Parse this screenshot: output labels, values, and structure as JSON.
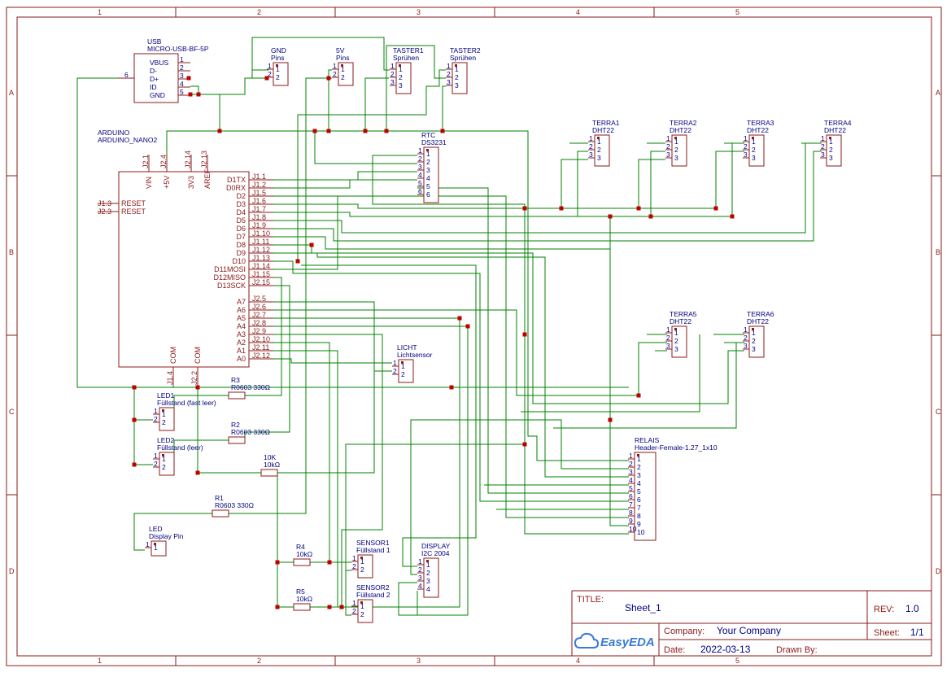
{
  "grid": {
    "columns": [
      "1",
      "2",
      "3",
      "4",
      "5"
    ],
    "rows": [
      "A",
      "B",
      "C",
      "D"
    ]
  },
  "components": {
    "usb": {
      "ref": "USB",
      "value": "MICRO-USB-BF-5P",
      "pins": [
        "VBUS",
        "D-",
        "D+",
        "ID",
        "GND"
      ],
      "pin_numbers": [
        "1",
        "2",
        "3",
        "4",
        "5"
      ],
      "shield_pin": "6"
    },
    "gnd_pins": {
      "ref": "GND",
      "value": "Pins",
      "pins": [
        "1",
        "2"
      ]
    },
    "v5_pins": {
      "ref": "5V",
      "value": "Pins",
      "pins": [
        "1",
        "2"
      ]
    },
    "taster1": {
      "ref": "TASTER1",
      "value": "Sprühen",
      "pins": [
        "1",
        "2",
        "3"
      ]
    },
    "taster2": {
      "ref": "TASTER2",
      "value": "Sprühen",
      "pins": [
        "1",
        "2",
        "3"
      ]
    },
    "arduino": {
      "ref": "ARDUINO",
      "value": "ARDUINO_NANO2",
      "top_pins": [
        "VIN",
        "+5V",
        "3V3",
        "AREF"
      ],
      "top_pin_ids": [
        "J2.1",
        "J2.4",
        "J2.14",
        "J2.13"
      ],
      "left_pins": [
        "RESET",
        "RESET"
      ],
      "left_pin_ids": [
        "J1.3",
        "J2.3"
      ],
      "right_pins": [
        "D1TX",
        "D0RX",
        "D2",
        "D3",
        "D4",
        "D5",
        "D6",
        "D7",
        "D8",
        "D9",
        "D10",
        "D11MOSI",
        "D12MISO",
        "D13SCK",
        "A7",
        "A6",
        "A5",
        "A4",
        "A3",
        "A2",
        "A1",
        "A0"
      ],
      "right_pin_ids": [
        "J1.1",
        "J1.2",
        "J1.5",
        "J1.6",
        "J1.7",
        "J1.8",
        "J1.9",
        "J1.10",
        "J1.11",
        "J1.12",
        "J1.13",
        "J1.14",
        "J1.15",
        "J2.15",
        "J2.5",
        "J2.6",
        "J2.7",
        "J2.8",
        "J2.9",
        "J2.10",
        "J2.11",
        "J2.12"
      ],
      "bottom_pins": [
        "COM",
        "COM"
      ],
      "bottom_pin_ids": [
        "J1.4",
        "J2.2"
      ]
    },
    "rtc": {
      "ref": "RTC",
      "value": "DS3231",
      "pins": [
        "1",
        "2",
        "3",
        "4",
        "5",
        "6"
      ]
    },
    "terra": [
      {
        "ref": "TERRA1",
        "value": "DHT22",
        "pins": [
          "1",
          "2",
          "3"
        ]
      },
      {
        "ref": "TERRA2",
        "value": "DHT22",
        "pins": [
          "1",
          "2",
          "3"
        ]
      },
      {
        "ref": "TERRA3",
        "value": "DHT22",
        "pins": [
          "1",
          "2",
          "3"
        ]
      },
      {
        "ref": "TERRA4",
        "value": "DHT22",
        "pins": [
          "1",
          "2",
          "3"
        ]
      },
      {
        "ref": "TERRA5",
        "value": "DHT22",
        "pins": [
          "1",
          "2",
          "3"
        ]
      },
      {
        "ref": "TERRA6",
        "value": "DHT22",
        "pins": [
          "1",
          "2",
          "3"
        ]
      }
    ],
    "licht": {
      "ref": "LICHT",
      "value": "Lichtsensor",
      "pins": [
        "1",
        "2"
      ]
    },
    "led1": {
      "ref": "LED1",
      "value": "Füllstand (fast leer)",
      "pins": [
        "1",
        "2"
      ]
    },
    "led2": {
      "ref": "LED2",
      "value": "Füllstand (leer)",
      "pins": [
        "1",
        "2"
      ]
    },
    "led": {
      "ref": "LED",
      "value": "Display Pin",
      "pins": [
        "1"
      ]
    },
    "r3": {
      "ref": "R3",
      "value": "R0603 330Ω"
    },
    "r2": {
      "ref": "R2",
      "value": "R0603 330Ω"
    },
    "r1": {
      "ref": "R1",
      "value": "R0603 330Ω"
    },
    "r10k": {
      "ref": "10K",
      "value": "10kΩ"
    },
    "r4": {
      "ref": "R4",
      "value": "10kΩ"
    },
    "r5": {
      "ref": "R5",
      "value": "10kΩ"
    },
    "sensor1": {
      "ref": "SENSOR1",
      "value": "Füllstand 1",
      "pins": [
        "1",
        "2"
      ]
    },
    "sensor2": {
      "ref": "SENSOR2",
      "value": "Füllstand 2",
      "pins": [
        "1",
        "2"
      ]
    },
    "display": {
      "ref": "DISPLAY",
      "value": "I2C 2004",
      "pins": [
        "1",
        "2",
        "3",
        "4"
      ]
    },
    "relais": {
      "ref": "RELAIS",
      "value": "Header-Female-1.27_1x10",
      "pins": [
        "1",
        "2",
        "3",
        "4",
        "5",
        "6",
        "7",
        "8",
        "9",
        "10"
      ]
    }
  },
  "title_block": {
    "title_label": "TITLE:",
    "title": "Sheet_1",
    "rev_label": "REV:",
    "rev": "1.0",
    "logo": "EasyEDA",
    "company_label": "Company:",
    "company": "Your Company",
    "sheet_label": "Sheet:",
    "sheet": "1/1",
    "date_label": "Date:",
    "date": "2022-03-13",
    "drawn_label": "Drawn By:",
    "drawn": ""
  },
  "colors": {
    "frame": "#8b1a1a",
    "wire": "#008000",
    "label": "#000080",
    "junction": "#c00000"
  }
}
